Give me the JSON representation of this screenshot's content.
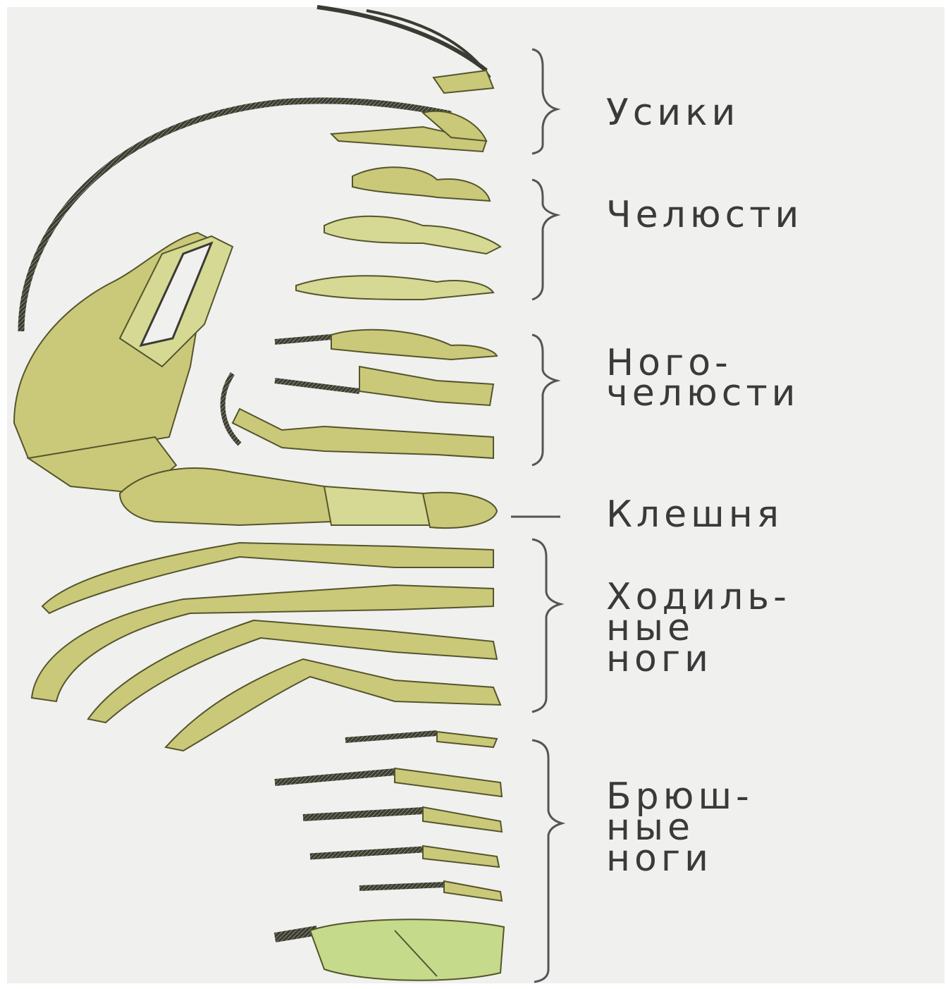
{
  "labels": {
    "antennae": "Усики",
    "jaws": "Челюсти",
    "maxillipeds_1": "Ного-",
    "maxillipeds_2": "челюсти",
    "claw": "Клешня",
    "walking_1": "Ходиль-",
    "walking_2": "ные",
    "walking_3": "ноги",
    "swimmerets_1": "Брюш-",
    "swimmerets_2": "ные",
    "swimmerets_3": "ноги"
  },
  "colors": {
    "background": "#f0f0ef",
    "limb_fill": "#c9c979",
    "limb_fill_light": "#d6d993",
    "limb_stroke": "#55552c",
    "bristle": "#3b3b33",
    "text": "#3a3a3a"
  }
}
